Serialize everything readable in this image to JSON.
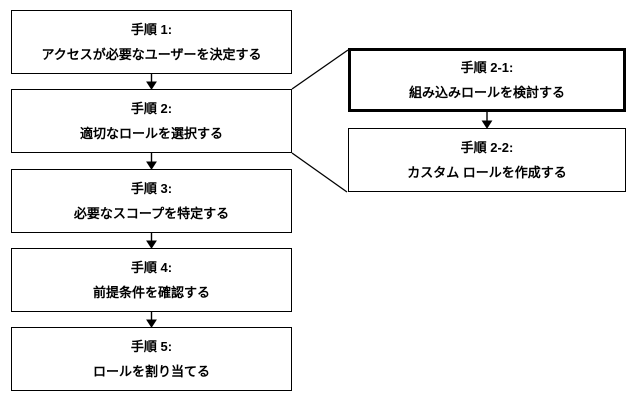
{
  "diagram": {
    "type": "flowchart",
    "background_color": "#ffffff",
    "line_color": "#000000",
    "text_color": "#000000",
    "main_steps": [
      {
        "id": "step-1",
        "title": "手順 1:",
        "description": "アクセスが必要なユーザーを決定する"
      },
      {
        "id": "step-2",
        "title": "手順 2:",
        "description": "適切なロールを選択する"
      },
      {
        "id": "step-3",
        "title": "手順 3:",
        "description": "必要なスコープを特定する"
      },
      {
        "id": "step-4",
        "title": "手順 4:",
        "description": "前提条件を確認する"
      },
      {
        "id": "step-5",
        "title": "手順 5:",
        "description": "ロールを割り当てる"
      }
    ],
    "sub_steps": [
      {
        "id": "step-2-1",
        "title": "手順 2-1:",
        "description": "組み込みロールを検討する",
        "emphasized": true
      },
      {
        "id": "step-2-2",
        "title": "手順 2-2:",
        "description": "カスタム ロールを作成する",
        "emphasized": false
      }
    ],
    "connections": [
      {
        "from": "step-1",
        "to": "step-2",
        "style": "arrow"
      },
      {
        "from": "step-2",
        "to": "step-3",
        "style": "arrow"
      },
      {
        "from": "step-3",
        "to": "step-4",
        "style": "arrow"
      },
      {
        "from": "step-4",
        "to": "step-5",
        "style": "arrow"
      },
      {
        "from": "step-2-1",
        "to": "step-2-2",
        "style": "arrow"
      },
      {
        "from": "step-2",
        "to": "step-2-1",
        "style": "plain-line"
      },
      {
        "from": "step-2",
        "to": "step-2-2",
        "style": "plain-line"
      }
    ]
  }
}
